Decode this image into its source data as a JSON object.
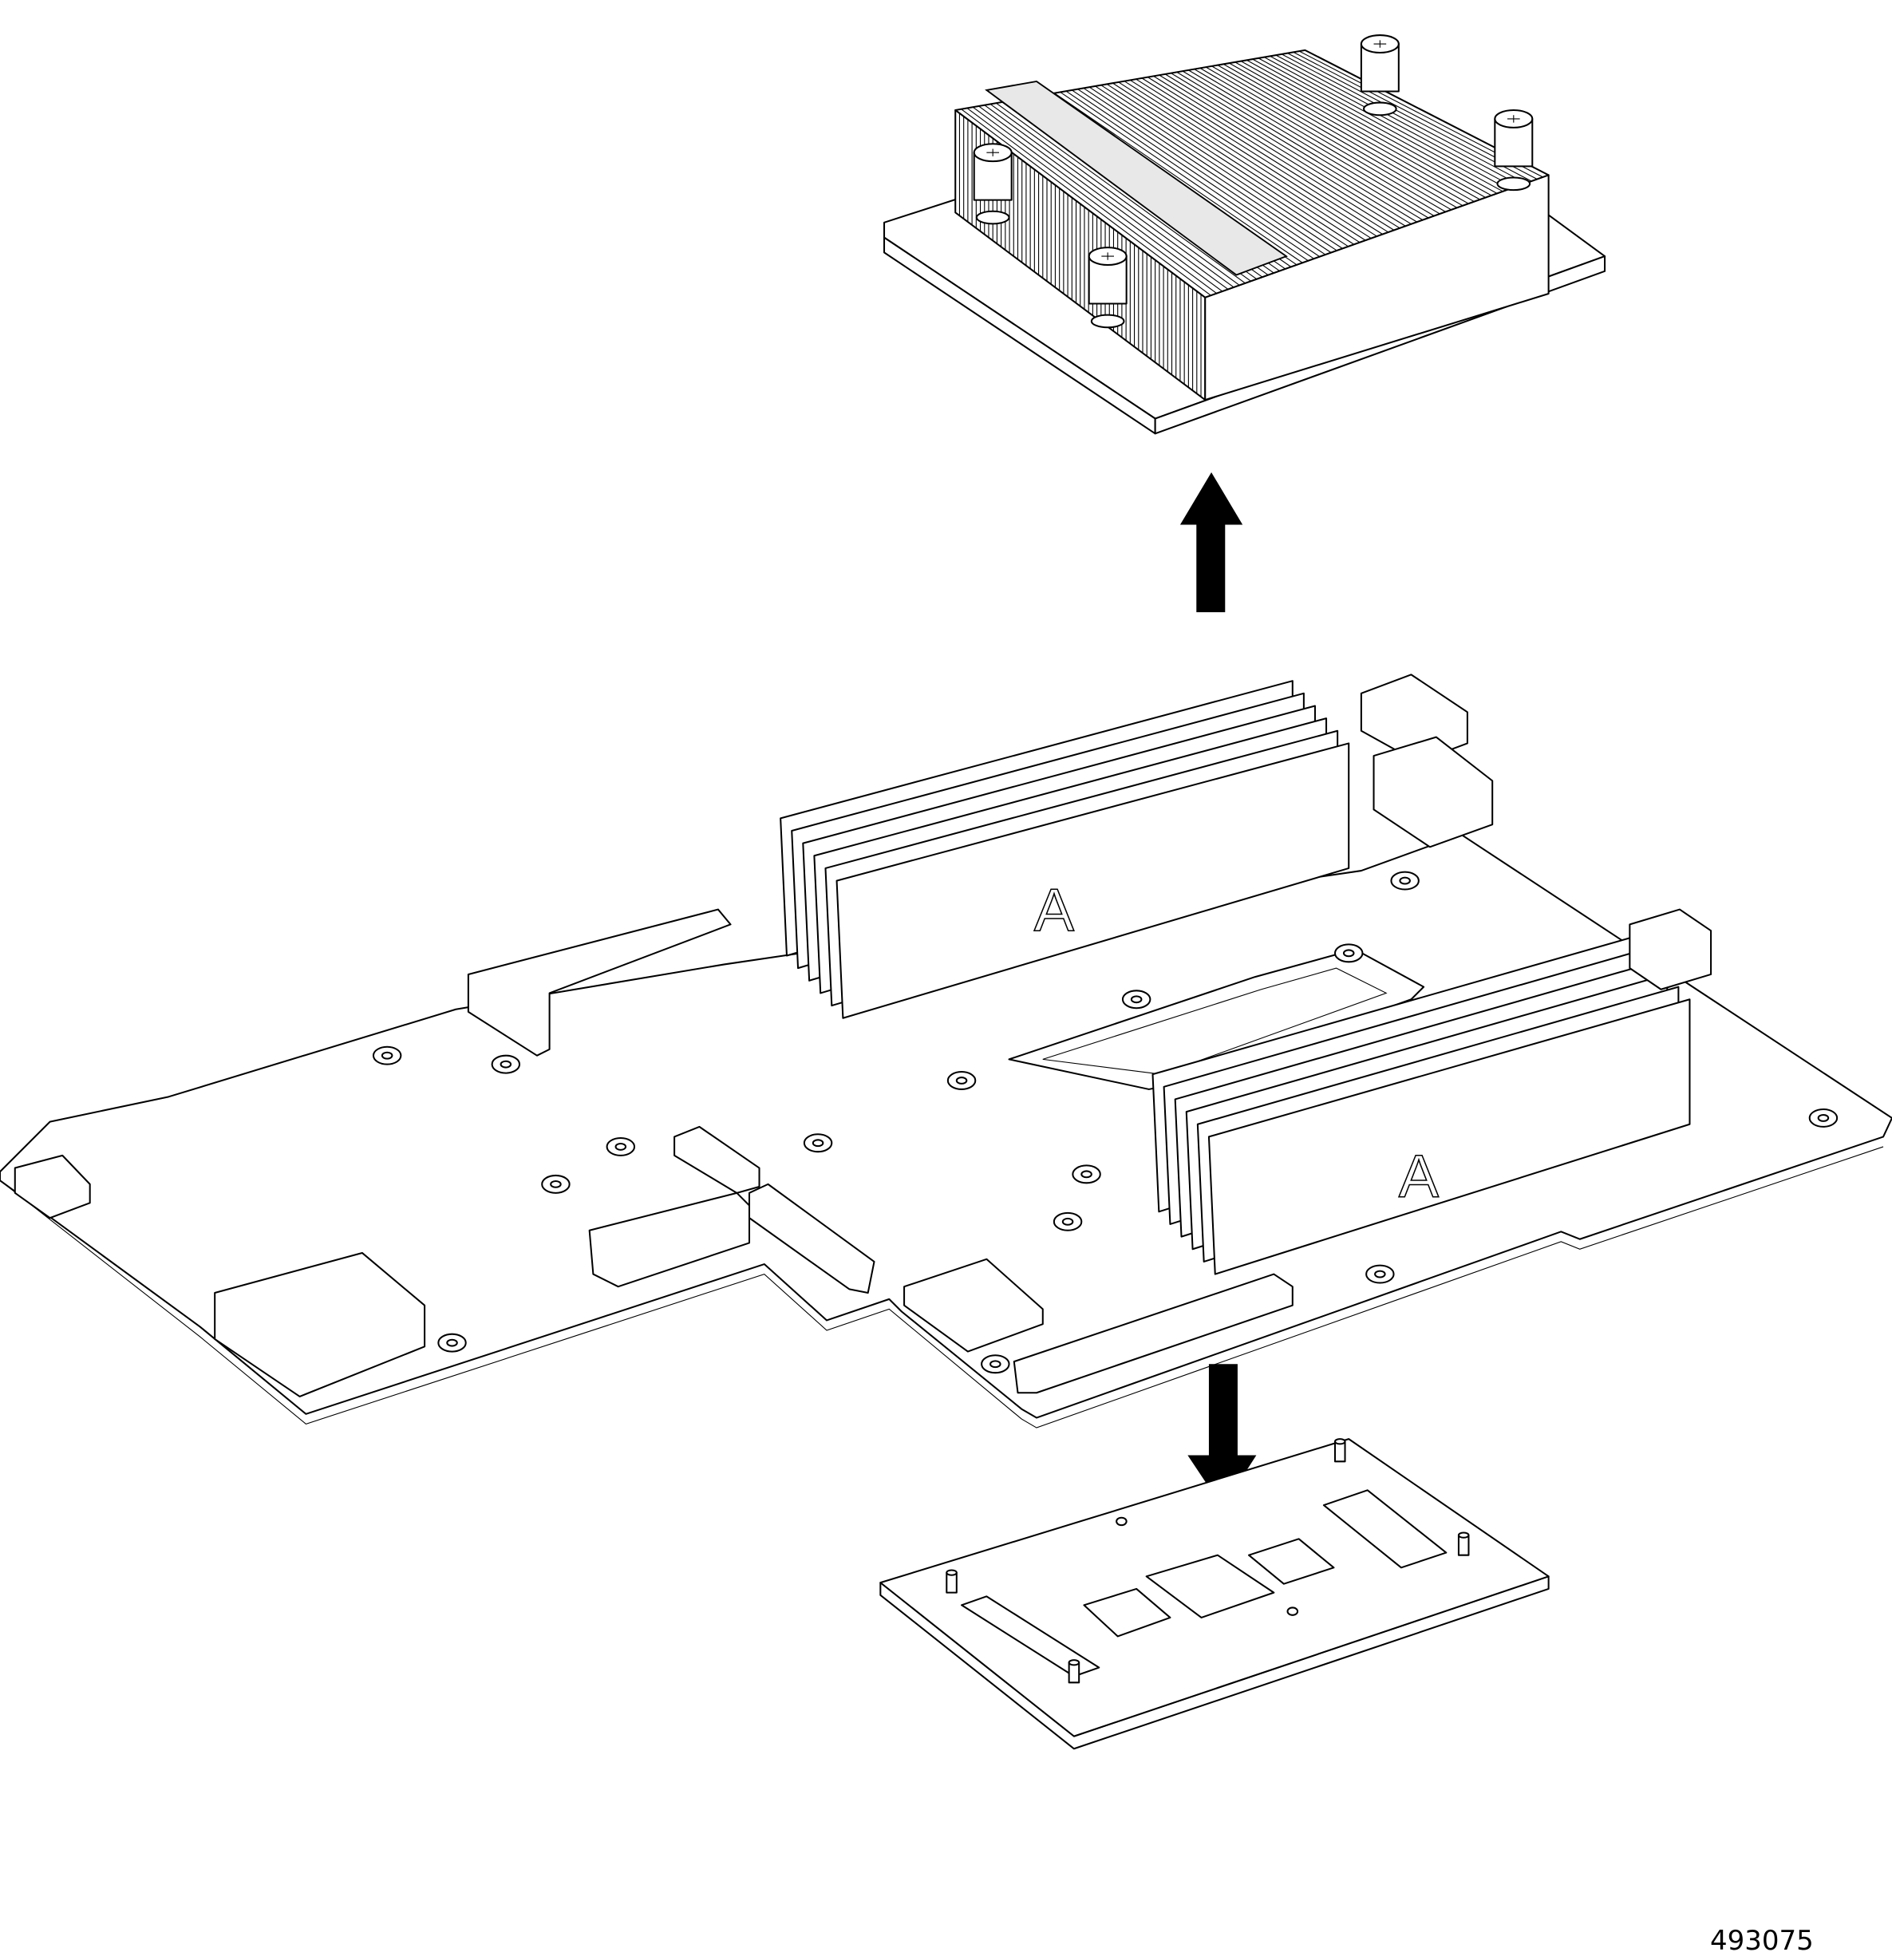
{
  "figure": {
    "number": "493075",
    "dimm_labels": [
      "A",
      "A"
    ],
    "parts": [
      "heatsink",
      "motherboard",
      "bottom-plate"
    ],
    "arrows": [
      "up",
      "down"
    ]
  },
  "colors": {
    "line": "#000000",
    "background": "#ffffff",
    "shade": "#e8e8e8"
  }
}
